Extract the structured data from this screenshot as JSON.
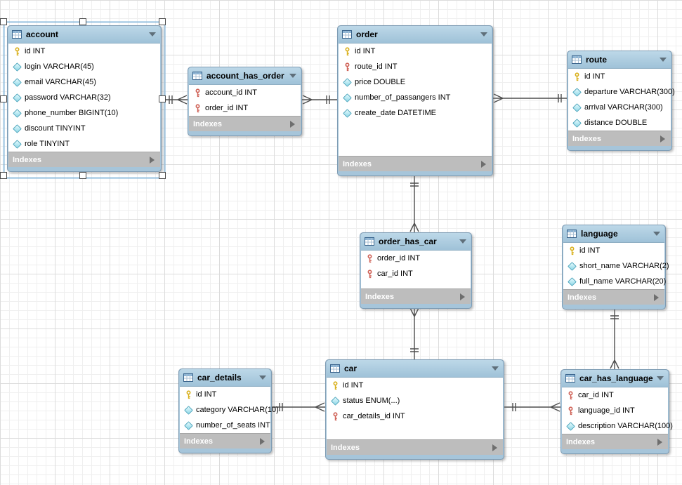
{
  "diagram": {
    "footer_label": "Indexes",
    "tables": [
      {
        "name": "account",
        "selected": true,
        "columns": [
          {
            "icon": "primary-key-icon",
            "text": "id INT"
          },
          {
            "icon": "column-icon",
            "text": "login VARCHAR(45)"
          },
          {
            "icon": "column-icon",
            "text": "email VARCHAR(45)"
          },
          {
            "icon": "column-icon",
            "text": "password VARCHAR(32)"
          },
          {
            "icon": "column-icon",
            "text": "phone_number BIGINT(10)"
          },
          {
            "icon": "column-icon",
            "text": "discount TINYINT"
          },
          {
            "icon": "column-icon",
            "text": "role TINYINT"
          }
        ]
      },
      {
        "name": "account_has_order",
        "selected": false,
        "columns": [
          {
            "icon": "foreign-key-icon",
            "text": "account_id INT"
          },
          {
            "icon": "foreign-key-icon",
            "text": "order_id INT"
          }
        ]
      },
      {
        "name": "order",
        "selected": false,
        "columns": [
          {
            "icon": "primary-key-icon",
            "text": "id INT"
          },
          {
            "icon": "foreign-key-icon",
            "text": "route_id INT"
          },
          {
            "icon": "column-icon",
            "text": "price DOUBLE"
          },
          {
            "icon": "column-icon",
            "text": "number_of_passangers INT"
          },
          {
            "icon": "column-icon",
            "text": "create_date DATETIME"
          }
        ]
      },
      {
        "name": "route",
        "selected": false,
        "columns": [
          {
            "icon": "primary-key-icon",
            "text": "id INT"
          },
          {
            "icon": "column-icon",
            "text": "departure VARCHAR(300)"
          },
          {
            "icon": "column-icon",
            "text": "arrival VARCHAR(300)"
          },
          {
            "icon": "column-icon",
            "text": "distance DOUBLE"
          }
        ]
      },
      {
        "name": "order_has_car",
        "selected": false,
        "columns": [
          {
            "icon": "foreign-key-icon",
            "text": "order_id INT"
          },
          {
            "icon": "foreign-key-icon",
            "text": "car_id INT"
          }
        ]
      },
      {
        "name": "language",
        "selected": false,
        "columns": [
          {
            "icon": "primary-key-icon",
            "text": "id INT"
          },
          {
            "icon": "column-icon",
            "text": "short_name VARCHAR(2)"
          },
          {
            "icon": "column-icon",
            "text": "full_name VARCHAR(20)"
          }
        ]
      },
      {
        "name": "car_details",
        "selected": false,
        "columns": [
          {
            "icon": "primary-key-icon",
            "text": "id INT"
          },
          {
            "icon": "column-icon",
            "text": "category VARCHAR(10)"
          },
          {
            "icon": "column-icon",
            "text": "number_of_seats INT"
          }
        ]
      },
      {
        "name": "car",
        "selected": false,
        "columns": [
          {
            "icon": "primary-key-icon",
            "text": "id INT"
          },
          {
            "icon": "column-icon",
            "text": "status ENUM(...)"
          },
          {
            "icon": "foreign-key-icon",
            "text": "car_details_id INT"
          }
        ]
      },
      {
        "name": "car_has_language",
        "selected": false,
        "columns": [
          {
            "icon": "foreign-key-icon",
            "text": "car_id INT"
          },
          {
            "icon": "foreign-key-icon",
            "text": "language_id INT"
          },
          {
            "icon": "column-icon",
            "text": "description VARCHAR(100)"
          }
        ]
      }
    ],
    "relationships": [
      {
        "one_side": "account",
        "many_side": "account_has_order",
        "style": "identifying"
      },
      {
        "one_side": "order",
        "many_side": "account_has_order",
        "style": "identifying"
      },
      {
        "one_side": "route",
        "many_side": "order",
        "style": "identifying"
      },
      {
        "one_side": "order",
        "many_side": "order_has_car",
        "style": "identifying"
      },
      {
        "one_side": "car",
        "many_side": "order_has_car",
        "style": "identifying"
      },
      {
        "one_side": "language",
        "many_side": "car_has_language",
        "style": "identifying"
      },
      {
        "one_side": "car_details",
        "many_side": "car",
        "style": "identifying"
      },
      {
        "one_side": "car",
        "many_side": "car_has_language",
        "style": "identifying"
      }
    ],
    "colors": {
      "header_blue": "#aecbdf",
      "footer_gray": "#bdbdbd",
      "selection_blue": "#7db2d8",
      "relationship_line": "#4d4d4d",
      "primary_key": "#e0b81e",
      "foreign_key": "#cf6156",
      "column_diamond": "#8fd8e8"
    }
  }
}
